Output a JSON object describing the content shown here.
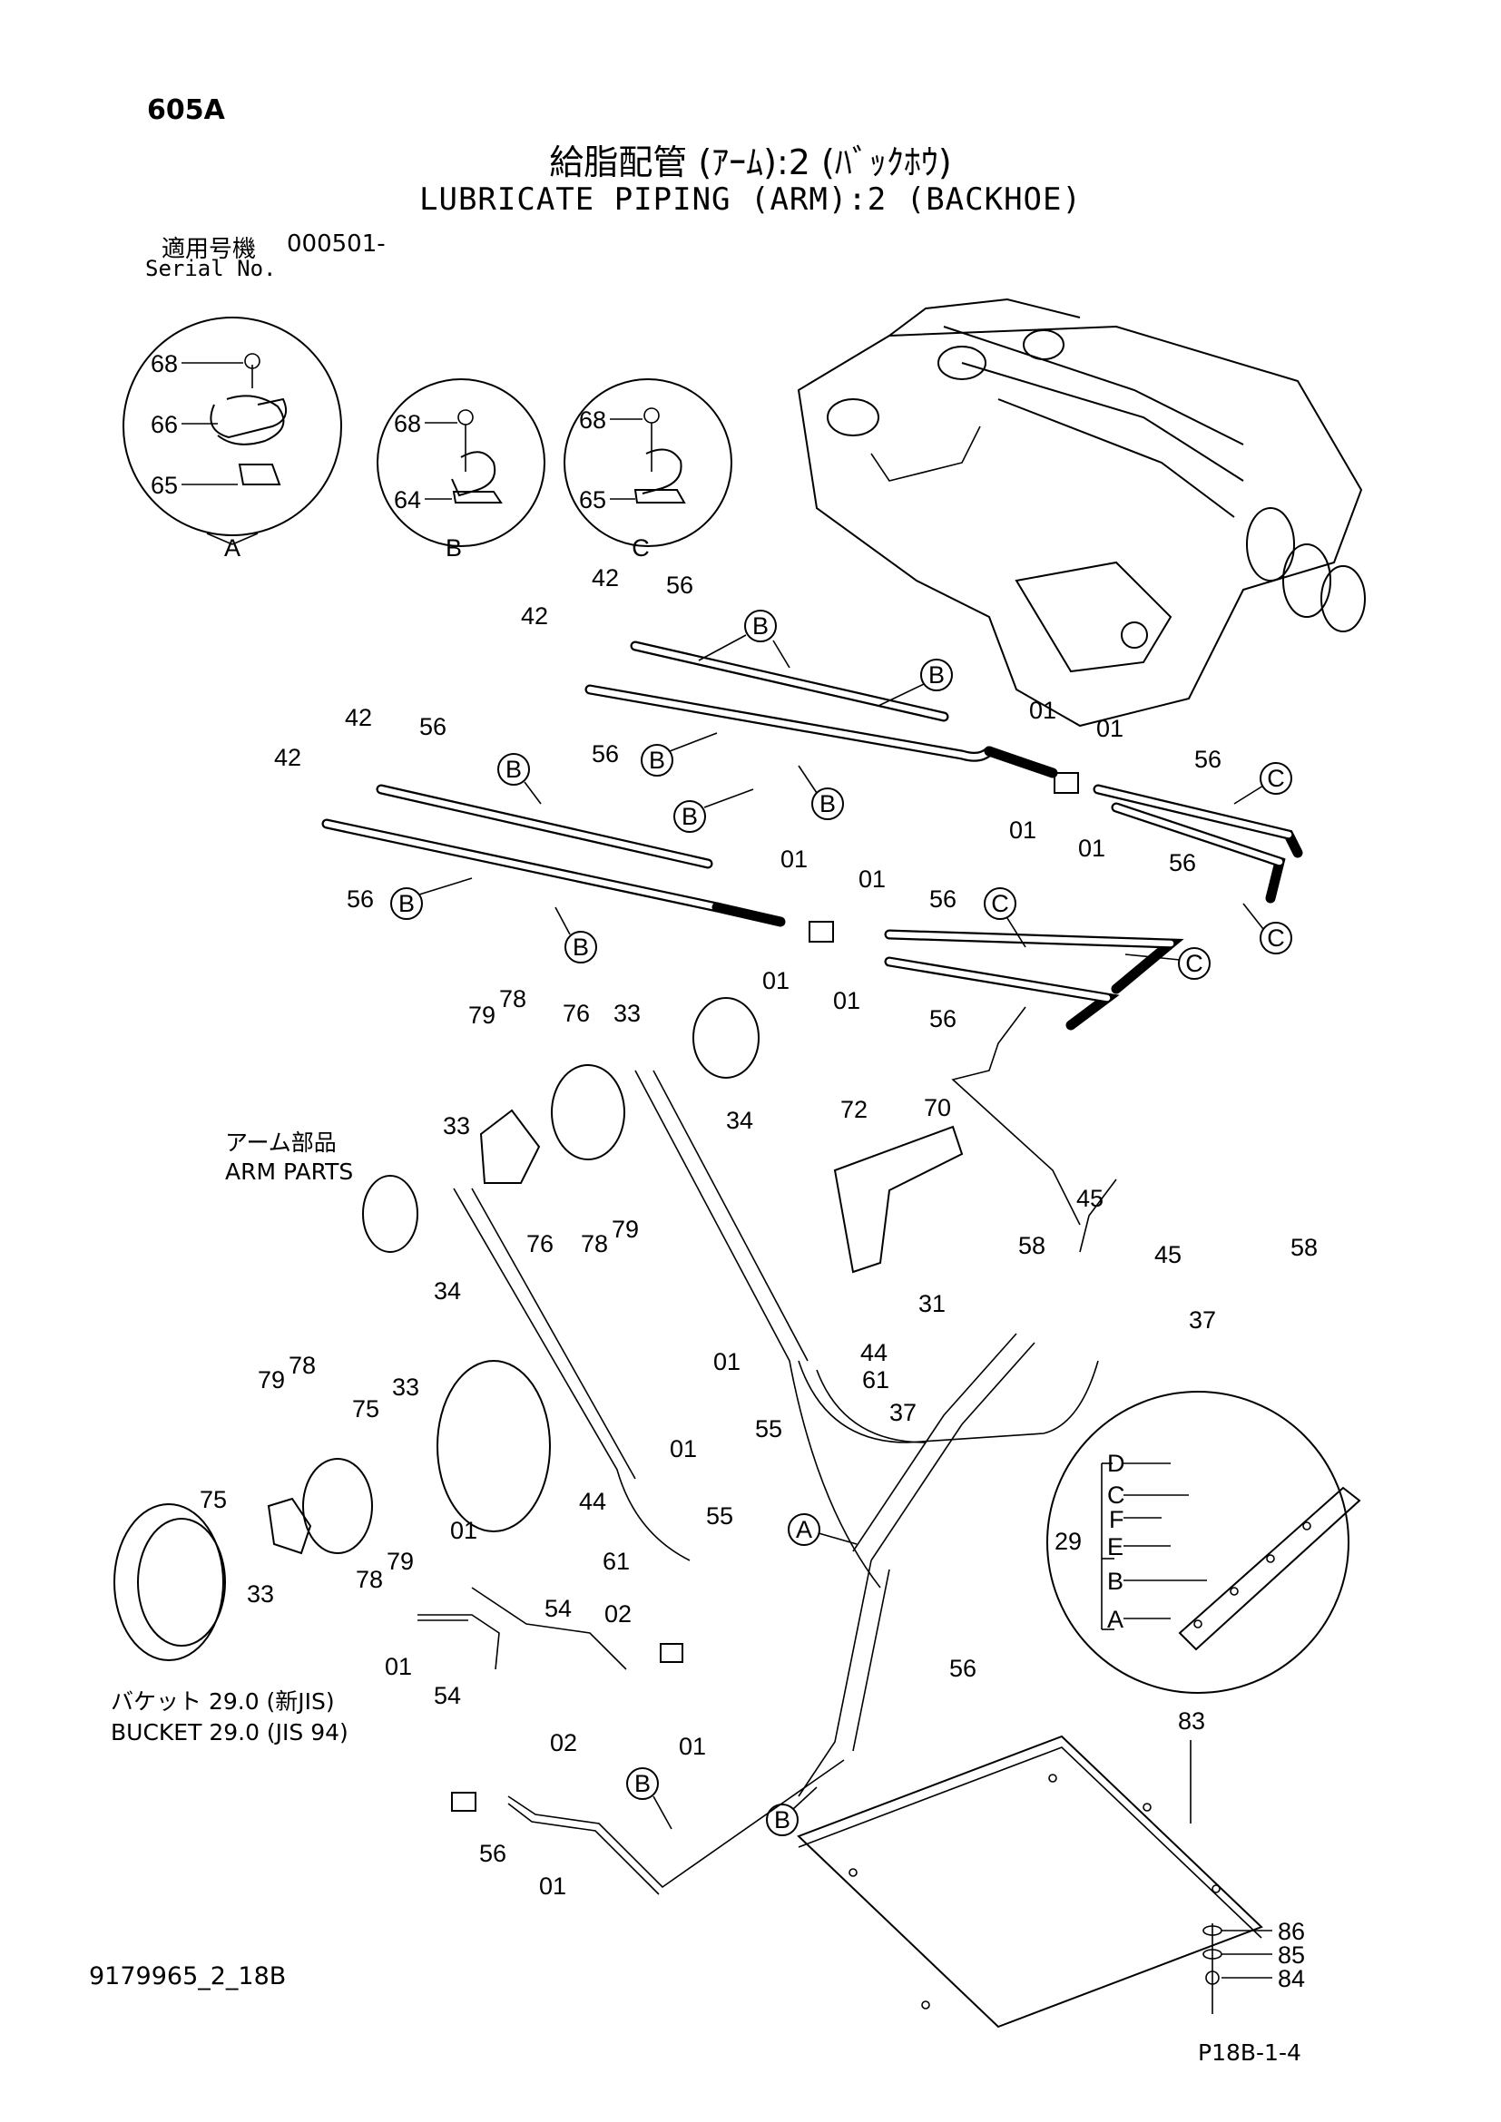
{
  "header": {
    "page_code": "605A",
    "title_jp": "給脂配管 (ｱｰﾑ):2 (ﾊﾞｯｸﾎｳ)",
    "title_en": "LUBRICATE PIPING (ARM):2 (BACKHOE)",
    "serial_label_jp": "適用号機",
    "serial_value": "000501-",
    "serial_label_en": "Serial No."
  },
  "side_labels": {
    "arm_parts_jp": "アーム部品",
    "arm_parts_en": "ARM PARTS",
    "bucket_jp": "バケット 29.0 (新JIS)",
    "bucket_en": "BUCKET 29.0 (JIS 94)"
  },
  "detail_views": [
    {
      "name": "A",
      "parts": [
        "68",
        "66",
        "65"
      ]
    },
    {
      "name": "B",
      "parts": [
        "68",
        "64"
      ]
    },
    {
      "name": "C",
      "parts": [
        "68",
        "65"
      ]
    }
  ],
  "manifold_letters": [
    "D",
    "C",
    "F",
    "E",
    "B",
    "A"
  ],
  "manifold_part": "29",
  "footer": {
    "document_no": "9179965_2_18B",
    "page_no": "P18B-1-4"
  },
  "callouts": {
    "c1": "42",
    "c2": "56",
    "c3": "42",
    "c4": "56",
    "c5": "42",
    "c6": "56",
    "c7": "42",
    "c8": "56",
    "c9": "01",
    "c10": "01",
    "c11": "01",
    "c12": "01",
    "c13": "56",
    "c14": "56",
    "c15": "01",
    "c16": "01",
    "c17": "01",
    "c18": "01",
    "c19": "56",
    "c20": "56",
    "c21": "79",
    "c22": "78",
    "c23": "76",
    "c24": "33",
    "c25": "34",
    "c26": "33",
    "c27": "76",
    "c28": "78",
    "c29": "79",
    "c30": "34",
    "c31": "72",
    "c32": "70",
    "c33": "45",
    "c34": "58",
    "c35": "45",
    "c36": "58",
    "c37": "31",
    "c38": "37",
    "c39": "44",
    "c40": "61",
    "c41": "01",
    "c42": "37",
    "c43": "55",
    "c44": "01",
    "c45": "44",
    "c46": "55",
    "c47": "61",
    "c48": "79",
    "c49": "78",
    "c50": "33",
    "c51": "75",
    "c52": "75",
    "c53": "78",
    "c54": "79",
    "c55": "33",
    "c56": "01",
    "c57": "54",
    "c58": "02",
    "c59": "01",
    "c60": "54",
    "c61": "02",
    "c62": "01",
    "c63": "56",
    "c64": "01",
    "c65": "56",
    "c66": "83",
    "c67": "86",
    "c68": "85",
    "c69": "84",
    "c70": "68",
    "c71": "66",
    "c72": "65",
    "c73": "68",
    "c74": "64",
    "c75": "68",
    "c76": "65",
    "c77": "29"
  }
}
